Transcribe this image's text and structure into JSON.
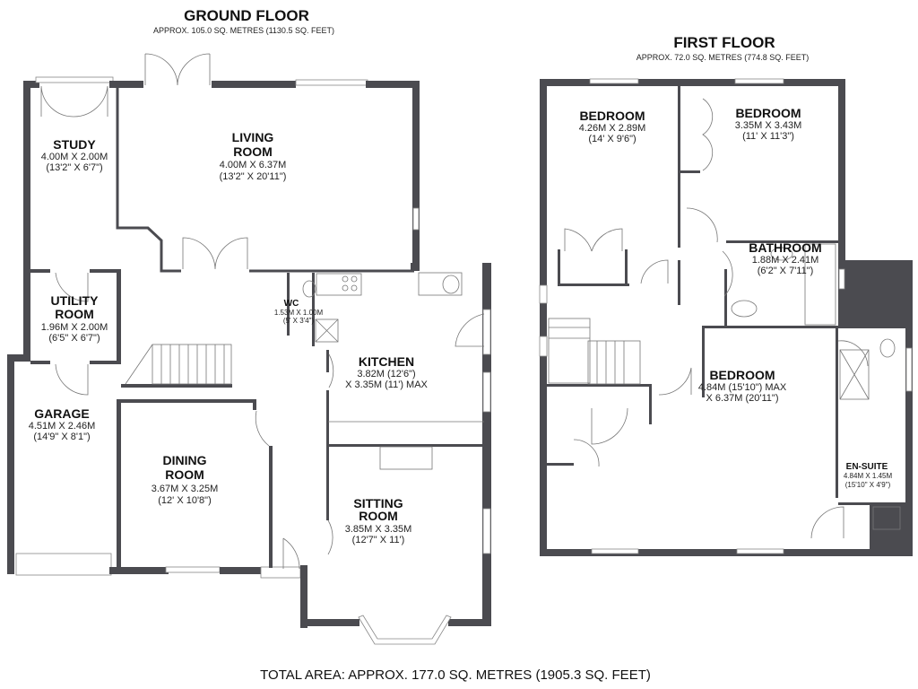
{
  "ground_floor": {
    "title": "GROUND FLOOR",
    "area": "APPROX. 105.0 SQ. METRES (1130.5 SQ. FEET)",
    "rooms": [
      {
        "name": "STUDY",
        "dim_m": "4.00M X 2.00M",
        "dim_ft": "(13'2\" X 6'7\")"
      },
      {
        "name": "LIVING",
        "name2": "ROOM",
        "dim_m": "4.00M X 6.37M",
        "dim_ft": "(13'2\" X 20'11\")"
      },
      {
        "name": "UTILITY",
        "name2": "ROOM",
        "dim_m": "1.96M X 2.00M",
        "dim_ft": "(6'5\" X 6'7\")"
      },
      {
        "name": "WC",
        "dim_m": "1.53M X 1.00M",
        "dim_ft": "(5' X 3'4\")"
      },
      {
        "name": "KITCHEN",
        "dim_m": "3.82M (12'6\")",
        "dim_ft": "X 3.35M (11') MAX"
      },
      {
        "name": "GARAGE",
        "dim_m": "4.51M X 2.46M",
        "dim_ft": "(14'9\" X 8'1\")"
      },
      {
        "name": "DINING",
        "name2": "ROOM",
        "dim_m": "3.67M X 3.25M",
        "dim_ft": "(12' X 10'8\")"
      },
      {
        "name": "SITTING",
        "name2": "ROOM",
        "dim_m": "3.85M X 3.35M",
        "dim_ft": "(12'7\" X 11')"
      }
    ]
  },
  "first_floor": {
    "title": "FIRST FLOOR",
    "area": "APPROX. 72.0 SQ. METRES (774.8 SQ. FEET)",
    "rooms": [
      {
        "name": "BEDROOM",
        "dim_m": "4.26M X 2.89M",
        "dim_ft": "(14' X 9'6\")"
      },
      {
        "name": "BEDROOM",
        "dim_m": "3.35M X 3.43M",
        "dim_ft": "(11' X 11'3\")"
      },
      {
        "name": "BATHROOM",
        "dim_m": "1.88M X 2.41M",
        "dim_ft": "(6'2\" X 7'11\")"
      },
      {
        "name": "BEDROOM",
        "dim_m": "4.84M (15'10\") MAX",
        "dim_ft": "X 6.37M (20'11\")"
      },
      {
        "name": "EN-SUITE",
        "dim_m": "4.84M X 1.45M",
        "dim_ft": "(15'10\" X 4'9\")"
      }
    ]
  },
  "total_area": "TOTAL AREA: APPROX. 177.0 SQ. METRES (1905.3 SQ. FEET)",
  "colors": {
    "wall": "#4b4b50",
    "background": "#ffffff"
  }
}
